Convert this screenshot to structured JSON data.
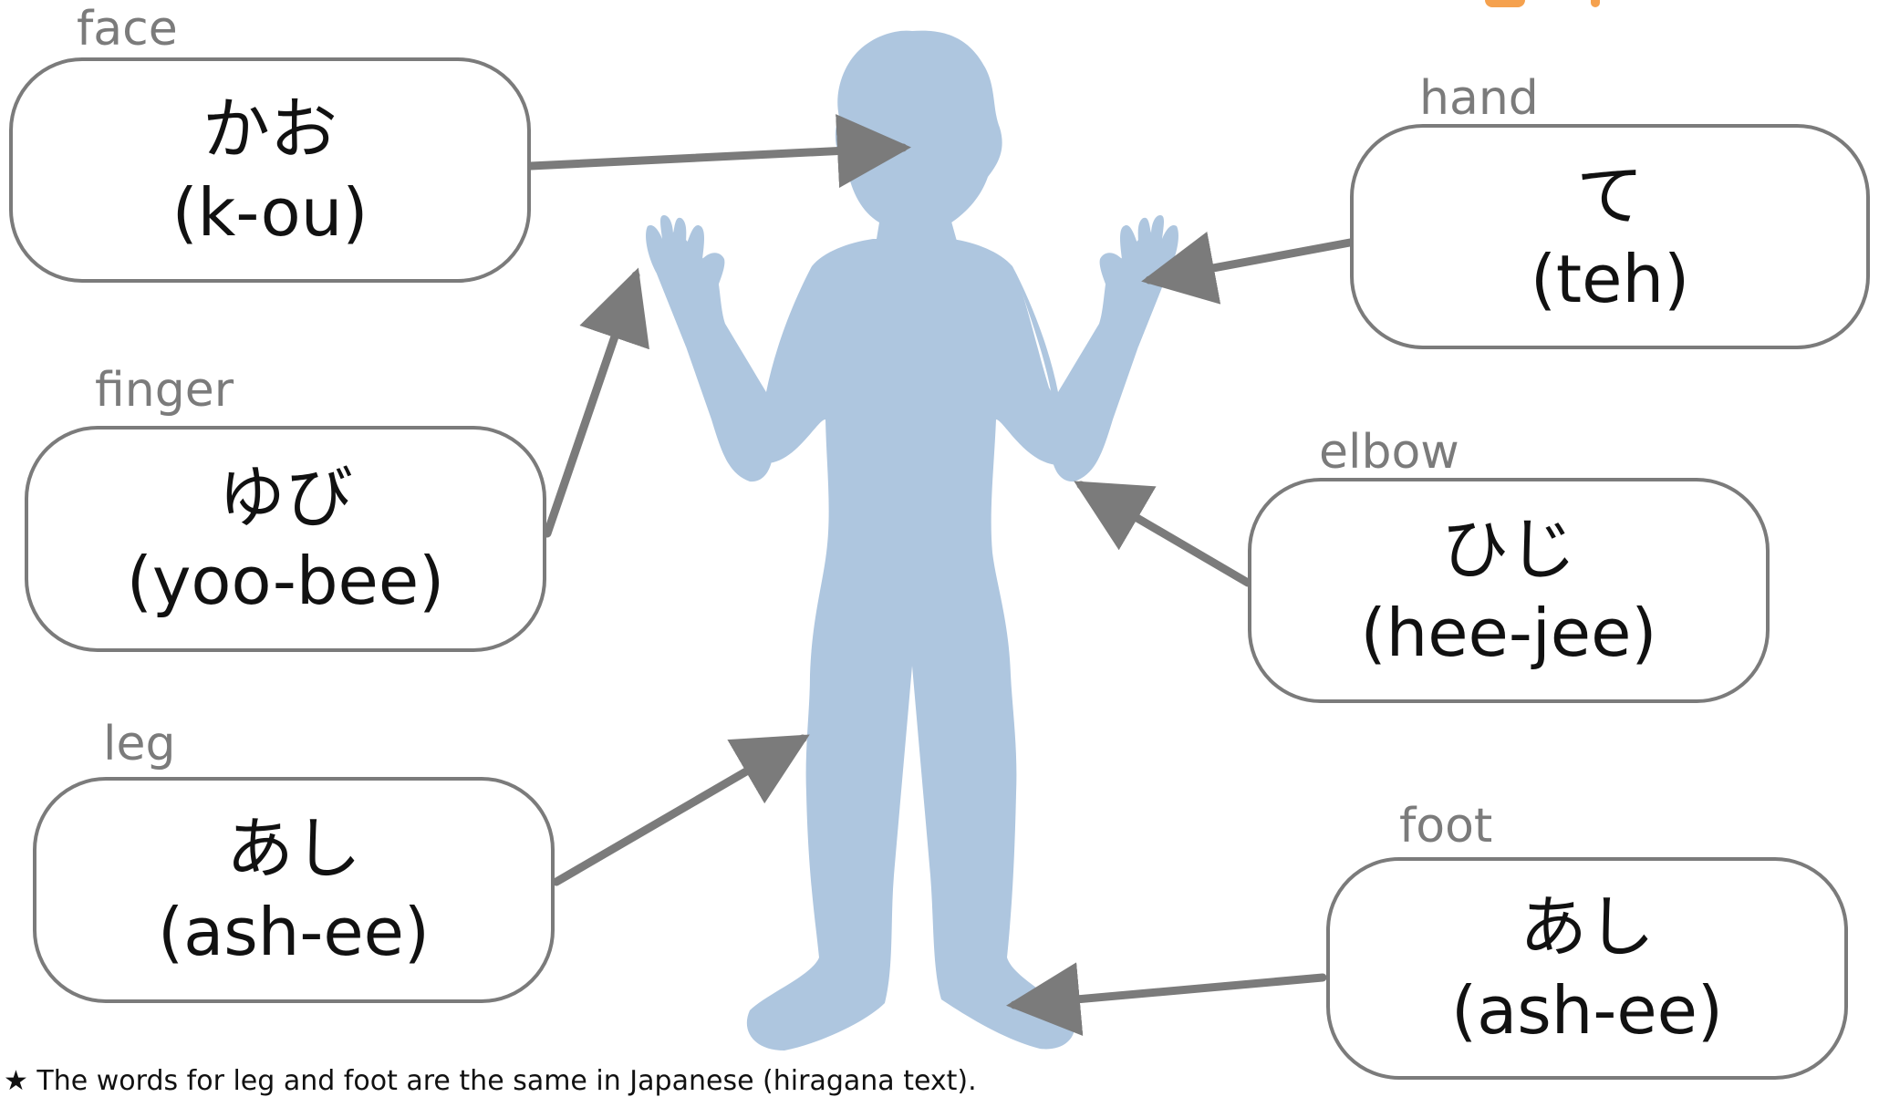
{
  "accent_color": "#f5a14e",
  "silhouette_color": "#aec6df",
  "connector_color": "#7b7b7b",
  "labels": [
    {
      "english": "face",
      "kana": "かお",
      "romaji": "(k-ou)"
    },
    {
      "english": "hand",
      "kana": "て",
      "romaji": "(teh)"
    },
    {
      "english": "finger",
      "kana": "ゆび",
      "romaji": "(yoo-bee)"
    },
    {
      "english": "elbow",
      "kana": "ひじ",
      "romaji": "(hee-jee)"
    },
    {
      "english": "leg",
      "kana": "あし",
      "romaji": "(ash-ee)"
    },
    {
      "english": "foot",
      "kana": "あし",
      "romaji": "(ash-ee)"
    }
  ],
  "footnote": "★ The words for leg and foot are the same in Japanese (hiragana text)."
}
